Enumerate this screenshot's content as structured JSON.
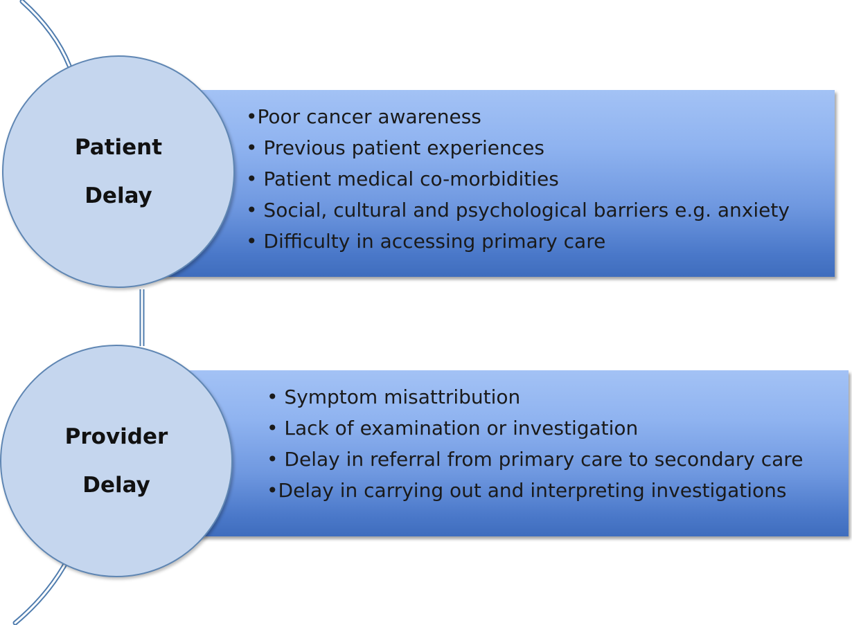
{
  "sections": [
    {
      "label": "Patient\nDelay",
      "items": [
        "•Poor cancer awareness",
        "• Previous patient experiences",
        "• Patient medical co-morbidities",
        "• Social, cultural and psychological barriers e.g. anxiety",
        "• Difficulty in accessing primary care"
      ]
    },
    {
      "label": "Provider\nDelay",
      "items": [
        "• Symptom misattribution",
        "• Lack of examination or investigation",
        "• Delay in referral from primary care to secondary care",
        "•Delay in carrying out and interpreting investigations"
      ]
    }
  ],
  "colors": {
    "circle_fill": "#c5d6ee",
    "circle_border": "#5f86b3",
    "band_top": "#a3c2f5",
    "band_bottom": "#3f6dbd",
    "connector": "#4f7cae"
  }
}
